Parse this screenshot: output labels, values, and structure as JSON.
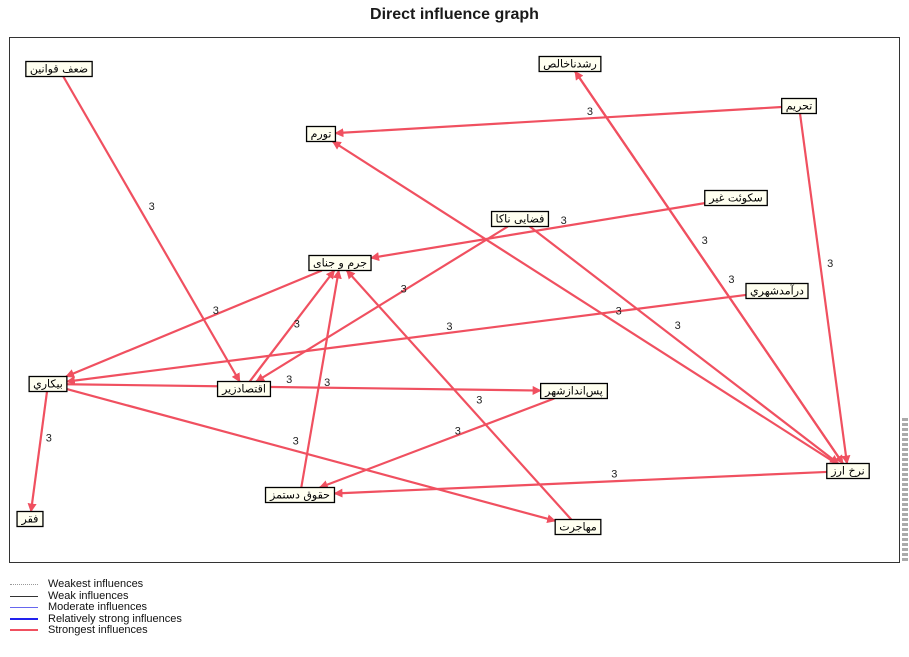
{
  "title": "Direct influence graph",
  "colors": {
    "strongest": "#f05060",
    "node_fill": "#fffff0",
    "node_border": "#000000"
  },
  "nodes": [
    {
      "id": "law",
      "label": "ضعف قوانین"
    },
    {
      "id": "growth",
      "label": "رشدناخالص"
    },
    {
      "id": "sanctions",
      "label": "تحریم"
    },
    {
      "id": "inflation",
      "label": "تورم"
    },
    {
      "id": "liquidity",
      "label": "سکوئت غیر"
    },
    {
      "id": "space",
      "label": "فضایی ناکا"
    },
    {
      "id": "crime",
      "label": "جرم و جنای"
    },
    {
      "id": "urban_income",
      "label": "درآمدشهري"
    },
    {
      "id": "unemployment",
      "label": "بیکاري"
    },
    {
      "id": "economic",
      "label": "اقتصادزیر"
    },
    {
      "id": "savings",
      "label": "پس‌اندازشهر"
    },
    {
      "id": "currency",
      "label": "نرخ ارز"
    },
    {
      "id": "wages",
      "label": "حقوق دستمز"
    },
    {
      "id": "poverty",
      "label": "فقر"
    },
    {
      "id": "migration",
      "label": "مهاجرت"
    }
  ],
  "edges": [
    {
      "from": "law",
      "to": "economic",
      "weight": "3"
    },
    {
      "from": "sanctions",
      "to": "inflation",
      "weight": "3"
    },
    {
      "from": "sanctions",
      "to": "currency",
      "weight": "3"
    },
    {
      "from": "currency",
      "to": "growth",
      "weight": "3"
    },
    {
      "from": "growth",
      "to": "currency",
      "weight": "3"
    },
    {
      "from": "currency",
      "to": "inflation",
      "weight": "3"
    },
    {
      "from": "space",
      "to": "currency",
      "weight": "3"
    },
    {
      "from": "liquidity",
      "to": "crime",
      "weight": "3"
    },
    {
      "from": "space",
      "to": "economic",
      "weight": "3"
    },
    {
      "from": "urban_income",
      "to": "unemployment",
      "weight": "3"
    },
    {
      "from": "crime",
      "to": "unemployment",
      "weight": "3"
    },
    {
      "from": "economic",
      "to": "crime",
      "weight": "3"
    },
    {
      "from": "unemployment",
      "to": "savings",
      "weight": "3"
    },
    {
      "from": "migration",
      "to": "crime",
      "weight": "3"
    },
    {
      "from": "wages",
      "to": "crime",
      "weight": "3"
    },
    {
      "from": "savings",
      "to": "wages",
      "weight": "3"
    },
    {
      "from": "currency",
      "to": "wages",
      "weight": "3"
    },
    {
      "from": "unemployment",
      "to": "migration",
      "weight": "3"
    },
    {
      "from": "unemployment",
      "to": "poverty",
      "weight": "3"
    }
  ],
  "legend": [
    {
      "label": "Weakest influences",
      "color": "#999999",
      "style": "dotted"
    },
    {
      "label": "Weak influences",
      "color": "#333333",
      "style": "solid"
    },
    {
      "label": "Moderate influences",
      "color": "#6666ee",
      "style": "solid"
    },
    {
      "label": "Relatively strong influences",
      "color": "#2222ee",
      "style": "thick"
    },
    {
      "label": "Strongest influences",
      "color": "#f05060",
      "style": "thick"
    }
  ]
}
